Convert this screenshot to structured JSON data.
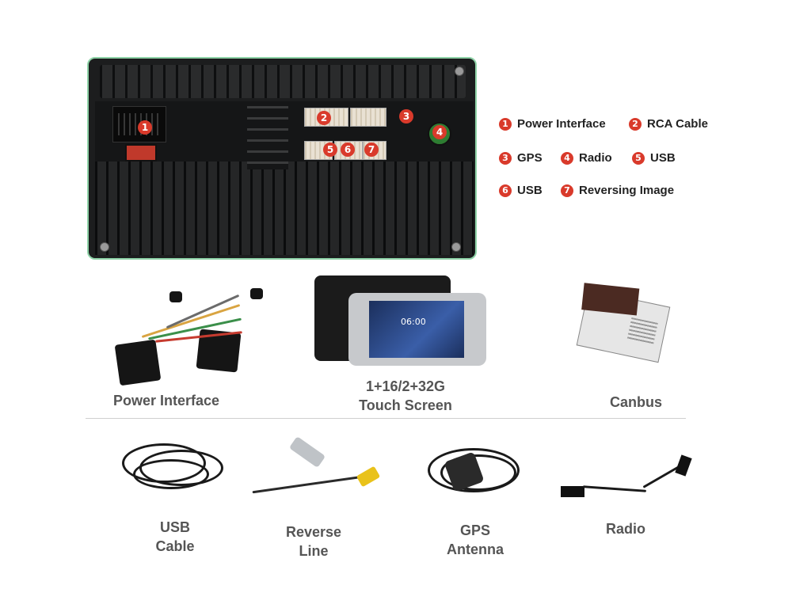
{
  "back_panel": {
    "badges": [
      "1",
      "2",
      "3",
      "4",
      "5",
      "6",
      "7"
    ]
  },
  "legend": [
    {
      "num": "1",
      "label": "Power Interface"
    },
    {
      "num": "2",
      "label": "RCA Cable"
    },
    {
      "num": "3",
      "label": "GPS"
    },
    {
      "num": "4",
      "label": "Radio"
    },
    {
      "num": "5",
      "label": "USB"
    },
    {
      "num": "6",
      "label": "USB"
    },
    {
      "num": "7",
      "label": "Reversing Image"
    }
  ],
  "accessories_top": [
    {
      "line1": "Power Interface",
      "line2": ""
    },
    {
      "line1": "1+16/2+32G",
      "line2": "Touch Screen"
    },
    {
      "line1": "Canbus",
      "line2": ""
    }
  ],
  "accessories_bottom": [
    {
      "line1": "USB",
      "line2": "Cable"
    },
    {
      "line1": "Reverse",
      "line2": "Line"
    },
    {
      "line1": "GPS",
      "line2": "Antenna"
    },
    {
      "line1": "Radio",
      "line2": ""
    }
  ],
  "screen_display": {
    "time": "06:00"
  },
  "colors": {
    "badge": "#d93a2b",
    "panel_border": "#8fd3a8",
    "caption": "#555555"
  }
}
